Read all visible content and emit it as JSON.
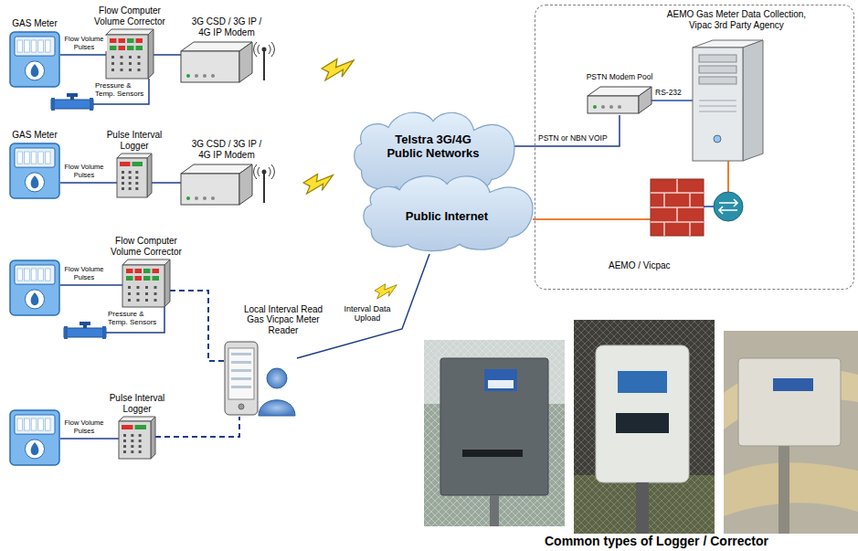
{
  "diagram": {
    "caption": "Common types of Logger / Corrector",
    "nodes": [
      {
        "text": [
          "Flow Computer Volume Corrector"
        ]
      },
      {
        "text": [
          "GAS Meter"
        ]
      },
      {
        "text": [
          "3G CSD / 3G IP / 4G IP Modem"
        ]
      },
      {
        "text": [
          "Pressure & Temp. Sensors"
        ]
      },
      {
        "text": [
          "AEMO Gas Meter Data Collection, Vipac 3rd Party Agency",
          "AEMO / Vicpac"
        ]
      },
      {
        "text": [
          "PSTN Modem Pool"
        ],
        "in": 4
      },
      {
        "text": [
          "Telstra 3G/4G Public Networks"
        ]
      },
      {
        "text": [
          "Public Internet"
        ]
      },
      {
        "text": [
          "GAS Meter"
        ]
      },
      {
        "text": [
          "Pulse Interval Logger"
        ]
      },
      {
        "text": [
          "3G CSD / 3G IP / 4G IP Modem"
        ]
      },
      {
        "text": [
          "Flow Computer Volume Corrector"
        ]
      },
      {
        "text": [
          "Pressure & Temp. Sensors"
        ]
      },
      {
        "text": [
          "Local Interval Read Gas Vicpac Meter Reader"
        ]
      },
      {
        "text": [
          "Pulse Interval Logger"
        ]
      }
    ],
    "edges": [
      {
        "from": 1,
        "to": 0,
        "arrow": "none",
        "label": "Flow Volume Pulses"
      },
      {
        "from": 3,
        "to": 0,
        "arrow": "none"
      },
      {
        "from": 0,
        "to": 2,
        "arrow": "none"
      },
      {
        "from": 6,
        "to": 5,
        "arrow": "none",
        "label": "PSTN or NBN VOIP"
      },
      {
        "from": 8,
        "to": 9,
        "arrow": "none",
        "label": "Flow Volume Pulses"
      },
      {
        "from": 9,
        "to": 10,
        "arrow": "none"
      },
      {
        "from": 12,
        "to": 11,
        "arrow": "none"
      },
      {
        "from": 11,
        "to": 13,
        "arrow": "none"
      },
      {
        "from": 14,
        "to": 13,
        "arrow": "none"
      },
      {
        "from": 13,
        "to": 7,
        "arrow": "none",
        "label": "Interval Data Upload"
      }
    ],
    "labels": [
      "RS-232",
      "Flow Volume Pulses",
      "Flow Volume Pulses"
    ]
  }
}
